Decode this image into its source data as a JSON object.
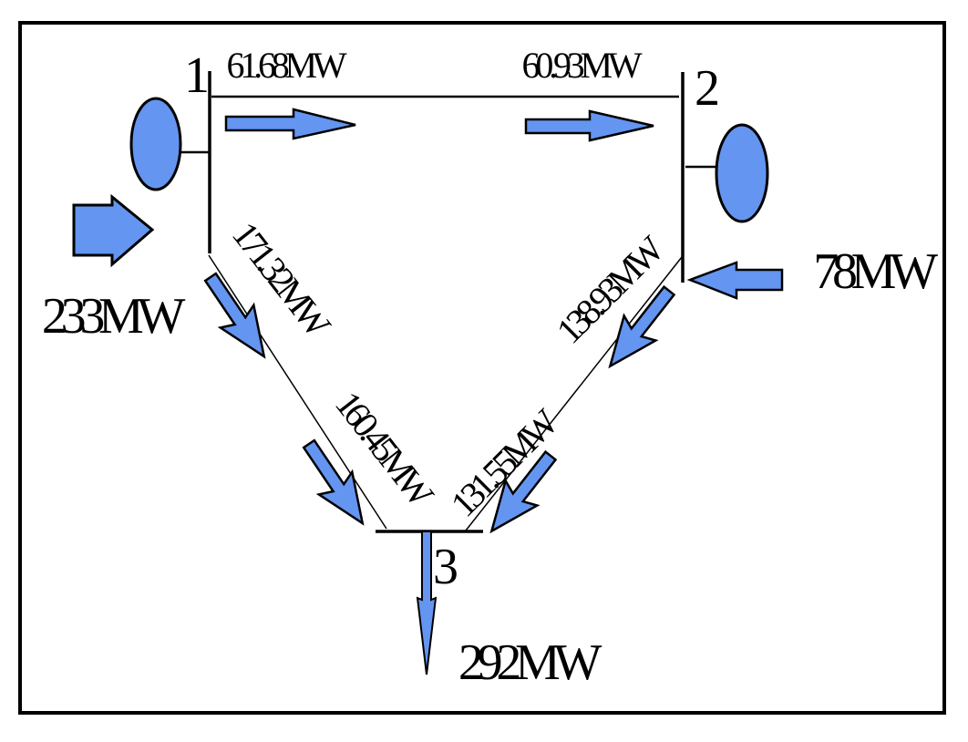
{
  "diagram": {
    "kind": "three-bus power flow diagram",
    "colors": {
      "shape_fill": "#6495F0",
      "outline": "#000000",
      "background": "#FFFFFF",
      "text": "#000000"
    },
    "buses": [
      {
        "number": "1",
        "injection_label": "233MW",
        "role": "generator-injection"
      },
      {
        "number": "2",
        "injection_label": "78MW",
        "role": "generator-injection"
      },
      {
        "number": "3",
        "injection_label": "292MW",
        "role": "load-withdrawal"
      }
    ],
    "branches": [
      {
        "from_bus": "1",
        "to_bus": "2",
        "flow_at_sending_end": "61.68MW",
        "flow_at_receiving_end": "60.93MW"
      },
      {
        "from_bus": "1",
        "to_bus": "3",
        "flow_at_sending_end": "171.32MW",
        "flow_at_receiving_end": "160.45MW"
      },
      {
        "from_bus": "2",
        "to_bus": "3",
        "flow_at_sending_end": "138.93MW",
        "flow_at_receiving_end": "131.55MW"
      }
    ]
  }
}
